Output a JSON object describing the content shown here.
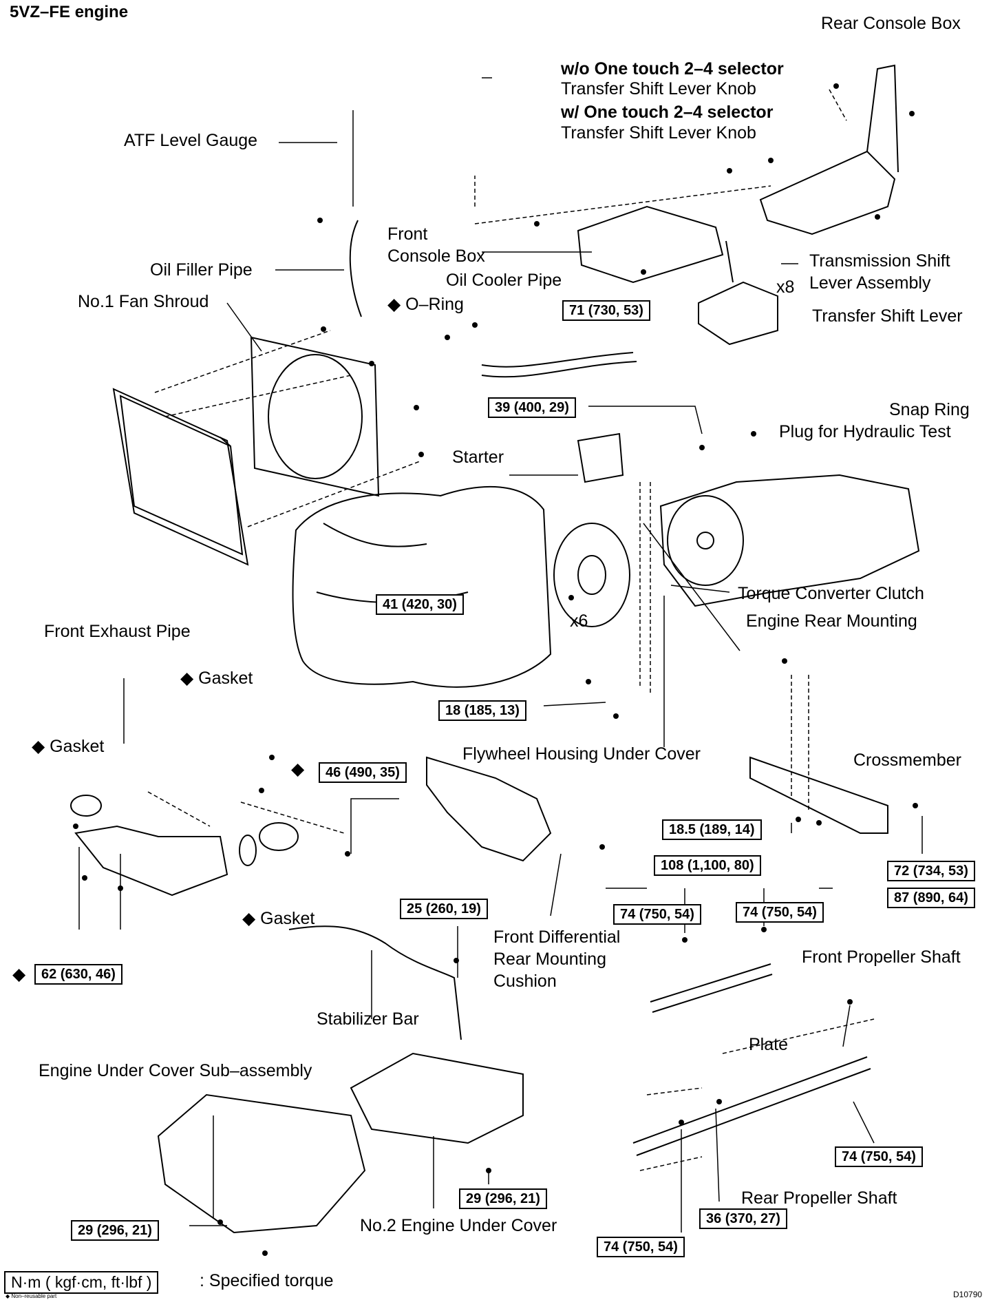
{
  "title": "5VZ–FE engine",
  "figure_id": "D10790",
  "labels": {
    "rear_console_box": "Rear Console Box",
    "wo_one_touch": "w/o One touch 2–4 selector",
    "knob_1": "Transfer Shift Lever Knob",
    "w_one_touch": "w/ One touch 2–4 selector",
    "knob_2": "Transfer Shift Lever Knob",
    "atf_level_gauge": "ATF Level Gauge",
    "front": "Front",
    "console_box": "Console Box",
    "oil_filler_pipe": "Oil Filler Pipe",
    "oil_cooler_pipe": "Oil Cooler Pipe",
    "no1_fan_shroud": "No.1 Fan Shroud",
    "o_ring": "◆ O–Ring",
    "transmission_shift_1": "Transmission Shift",
    "transmission_shift_2": "Lever Assembly",
    "x8": "x8",
    "transfer_shift_lever": "Transfer Shift Lever",
    "snap_ring": "Snap Ring",
    "plug_hydraulic": "Plug for Hydraulic Test",
    "starter": "Starter",
    "torque_converter": "Torque Converter Clutch",
    "x6": "x6",
    "engine_rear_mounting": "Engine Rear Mounting",
    "front_exhaust_pipe": "Front Exhaust Pipe",
    "gasket_top": "◆ Gasket",
    "gasket_left": "◆ Gasket",
    "gasket_bottom": "◆ Gasket",
    "diamond_mid": "◆",
    "flywheel_cover": "Flywheel Housing Under Cover",
    "crossmember": "Crossmember",
    "front_diff_1": "Front Differential",
    "front_diff_2": "Rear Mounting",
    "front_diff_3": "Cushion",
    "front_prop_shaft": "Front Propeller Shaft",
    "stabilizer_bar": "Stabilizer Bar",
    "plate": "Plate",
    "engine_under_cover_sub": "Engine Under Cover Sub–assembly",
    "rear_prop_shaft": "Rear Propeller Shaft",
    "no2_engine_under_cover": "No.2 Engine Under Cover",
    "diamond_62": "◆",
    "legend_box": "N·m ( kgf·cm, ft·lbf )",
    "legend_torque": ": Specified torque",
    "legend_nonreusable": "◆ Non–reusable part"
  },
  "torques": {
    "t71": "71 (730, 53)",
    "t39": "39 (400, 29)",
    "t41": "41 (420, 30)",
    "t18": "18 (185, 13)",
    "t46": "46 (490, 35)",
    "t185": "18.5 (189, 14)",
    "t72": "72 (734, 53)",
    "t108": "108 (1,100, 80)",
    "t87": "87 (890, 64)",
    "t25": "25 (260, 19)",
    "t74a": "74 (750, 54)",
    "t74b": "74 (750, 54)",
    "t62": "62 (630, 46)",
    "t74c": "74 (750, 54)",
    "t29a": "29 (296, 21)",
    "t29b": "29 (296, 21)",
    "t36": "36 (370, 27)",
    "t74d": "74 (750, 54)"
  }
}
